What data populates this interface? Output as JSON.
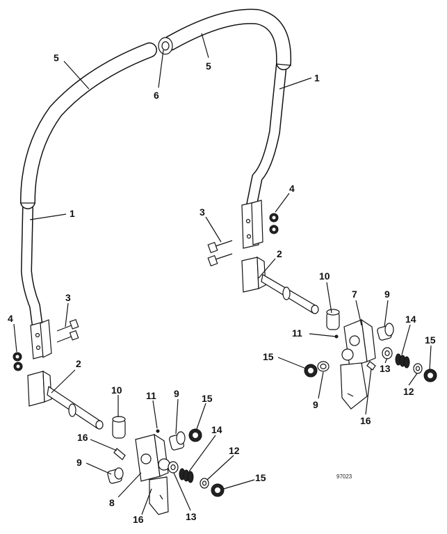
{
  "diagram": {
    "drawing_code": "97023",
    "callouts": [
      {
        "id": "c-5-left",
        "text": "5"
      },
      {
        "id": "c-6",
        "text": "6"
      },
      {
        "id": "c-5-right",
        "text": "5"
      },
      {
        "id": "c-1-right",
        "text": "1"
      },
      {
        "id": "c-1-left",
        "text": "1"
      },
      {
        "id": "c-4-right",
        "text": "4"
      },
      {
        "id": "c-3-right",
        "text": "3"
      },
      {
        "id": "c-2-right",
        "text": "2"
      },
      {
        "id": "c-10-right",
        "text": "10"
      },
      {
        "id": "c-7",
        "text": "7"
      },
      {
        "id": "c-9-right-top",
        "text": "9"
      },
      {
        "id": "c-14-right",
        "text": "14"
      },
      {
        "id": "c-15-right-top",
        "text": "15"
      },
      {
        "id": "c-11-right",
        "text": "11"
      },
      {
        "id": "c-15-right-left",
        "text": "15"
      },
      {
        "id": "c-13-right",
        "text": "13"
      },
      {
        "id": "c-9-right-bottom",
        "text": "9"
      },
      {
        "id": "c-16-right",
        "text": "16"
      },
      {
        "id": "c-12-right",
        "text": "12"
      },
      {
        "id": "c-4-left",
        "text": "4"
      },
      {
        "id": "c-3-left",
        "text": "3"
      },
      {
        "id": "c-2-left",
        "text": "2"
      },
      {
        "id": "c-10-left",
        "text": "10"
      },
      {
        "id": "c-11-left",
        "text": "11"
      },
      {
        "id": "c-9-left-top",
        "text": "9"
      },
      {
        "id": "c-15-left-top",
        "text": "15"
      },
      {
        "id": "c-16-left-top",
        "text": "16"
      },
      {
        "id": "c-14-left",
        "text": "14"
      },
      {
        "id": "c-12-left",
        "text": "12"
      },
      {
        "id": "c-9-left-bottom",
        "text": "9"
      },
      {
        "id": "c-15-left-bottom",
        "text": "15"
      },
      {
        "id": "c-8",
        "text": "8"
      },
      {
        "id": "c-16-left-bottom",
        "text": "16"
      },
      {
        "id": "c-13-left",
        "text": "13"
      }
    ]
  }
}
